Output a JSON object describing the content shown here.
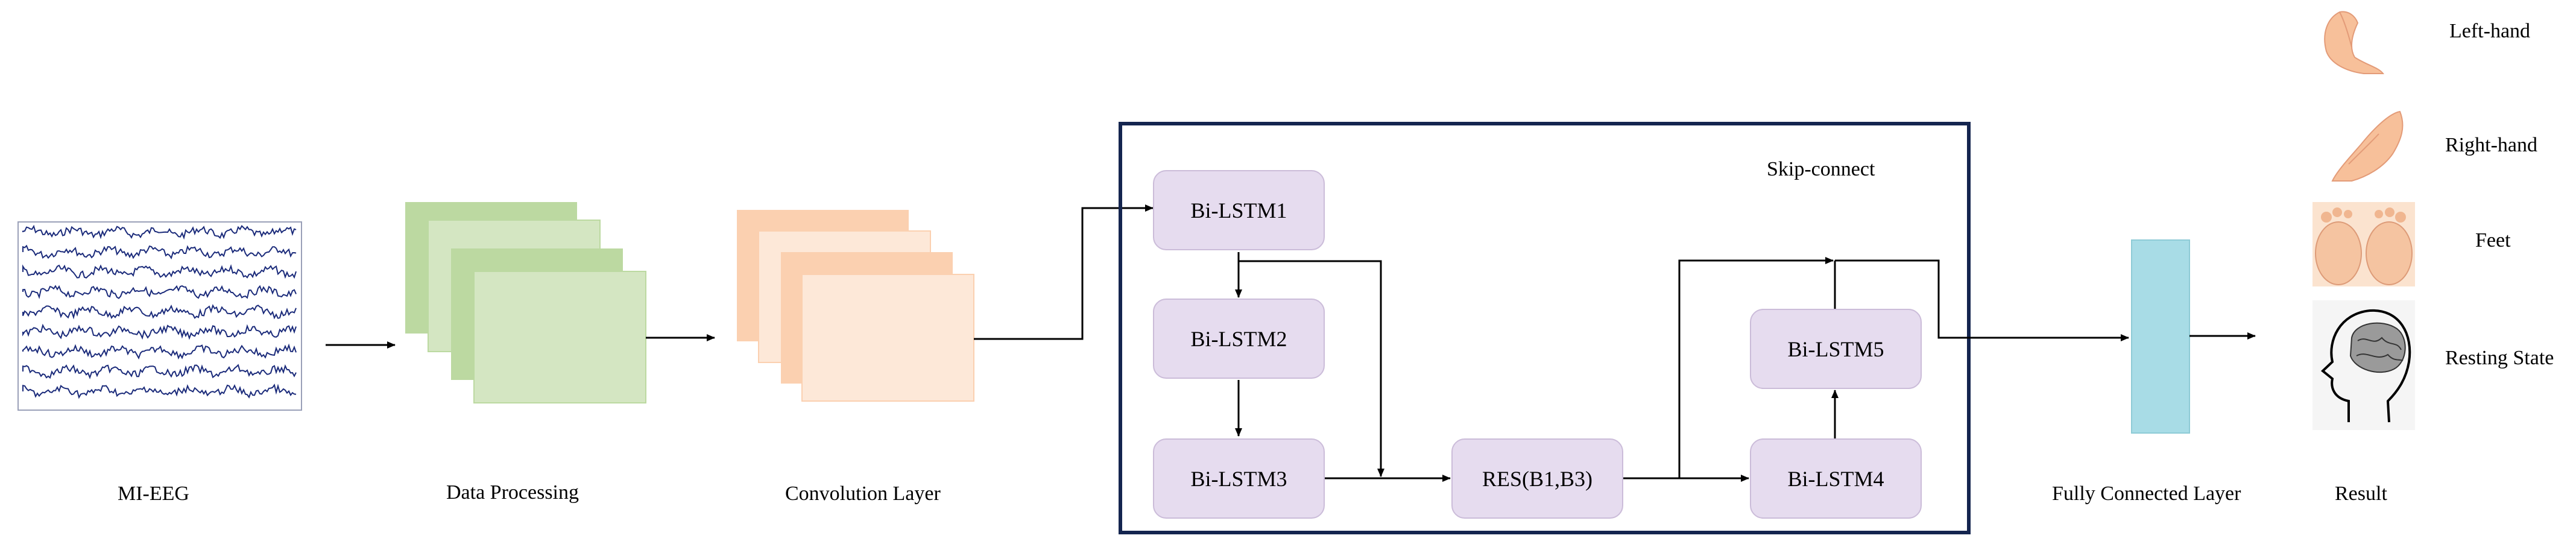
{
  "labels": {
    "mi_eeg": "MI-EEG",
    "data_processing": "Data Processing",
    "convolution_layer": "Convolution Layer",
    "fully_connected_layer": "Fully Connected Layer",
    "result": "Result",
    "skip_connect": "Skip-connect"
  },
  "nodes": {
    "bilstm1": "Bi-LSTM1",
    "bilstm2": "Bi-LSTM2",
    "bilstm3": "Bi-LSTM3",
    "bilstm4": "Bi-LSTM4",
    "bilstm5": "Bi-LSTM5",
    "res": "RES(B1,B3)"
  },
  "results": [
    "Left-hand",
    "Right-hand",
    "Feet",
    "Resting State"
  ],
  "icons": {
    "left_hand": "left-hand-icon",
    "right_hand": "right-hand-icon",
    "feet": "feet-icon",
    "resting_state": "head-brain-icon"
  },
  "colors": {
    "data_processing": "#d4e6c2",
    "data_processing_dark": "#bcd9a1",
    "convolution": "#fde8d8",
    "convolution_dark": "#fbd0b0",
    "bilstm_fill": "#e6dcef",
    "fully_connected": "#a8dce6",
    "block_border": "#14254f",
    "eeg_trace": "#1a2a7a"
  }
}
